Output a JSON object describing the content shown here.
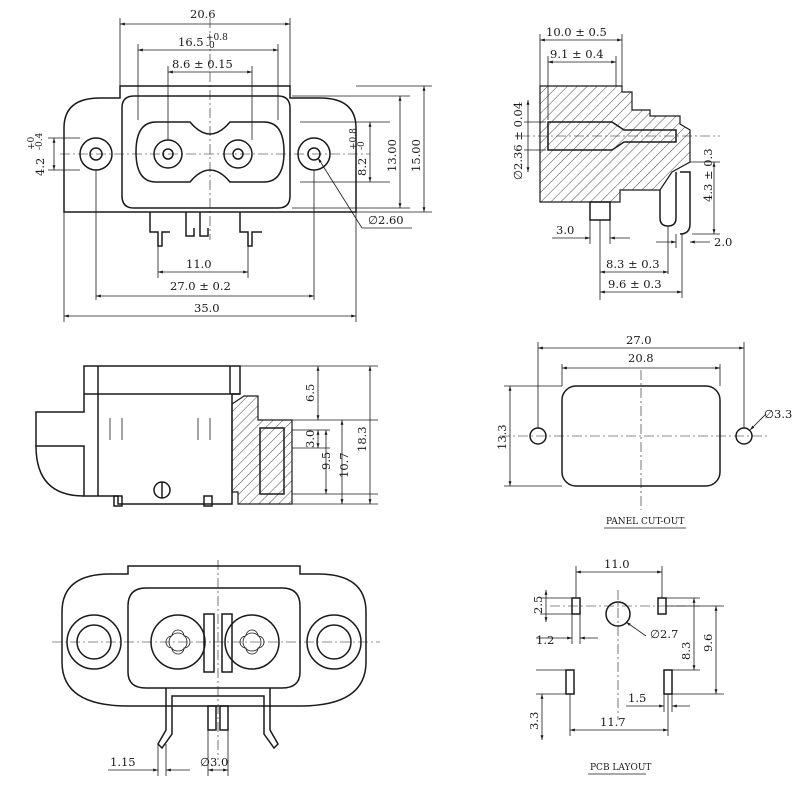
{
  "top_view": {
    "dim_overall_top": "20.6",
    "dim_pin_span_main": "16.5",
    "dim_pin_span_tol": "+0.8",
    "dim_pin_span_tol2": "-0",
    "dim_inner": "8.6 ± 0.15",
    "dim_hole": "4.2",
    "dim_hole_tol": "+0",
    "dim_hole_tol2": "-0.4",
    "dim_slot_main": "8.2",
    "dim_slot_tol": "+0.8",
    "dim_slot_tol2": "-0",
    "dim_height_inner": "13.00",
    "dim_height_outer": "15.00",
    "dim_hole_dia": "∅2.60",
    "dim_pin_pitch": "11.0",
    "dim_hole_pitch": "27.0 ± 0.2",
    "dim_total_width": "35.0"
  },
  "section_view": {
    "dim_top_1": "10.0 ± 0.5",
    "dim_top_2": "9.1 ± 0.4",
    "dim_pin_dia": "∅2.36 ± 0.04",
    "dim_right_height": "4.3 ± 0.3",
    "dim_left_bottom": "3.0",
    "dim_right_bottom": "2.0",
    "dim_bottom_1": "8.3 ± 0.3",
    "dim_bottom_2": "9.6 ± 0.3"
  },
  "side_view": {
    "dim_a": "6.5",
    "dim_b": "3.0",
    "dim_c": "9.5",
    "dim_d": "10.7",
    "dim_e": "18.3"
  },
  "panel_cutout": {
    "dim_outer": "27.0",
    "dim_inner": "20.8",
    "dim_height": "13.3",
    "dim_hole": "∅3.3",
    "caption": "PANEL CUT-OUT"
  },
  "front_view": {
    "dim_left": "1.15",
    "dim_pin": "∅3.0"
  },
  "pcb_layout": {
    "dim_top": "11.0",
    "dim_pad_h": "2.5",
    "dim_pad_w": "1.2",
    "dim_hole": "∅2.7",
    "dim_v1": "8.3",
    "dim_v2": "9.6",
    "dim_pad_w2": "1.5",
    "dim_pad_h2": "3.3",
    "dim_bottom": "11.7",
    "caption": "PCB LAYOUT"
  }
}
